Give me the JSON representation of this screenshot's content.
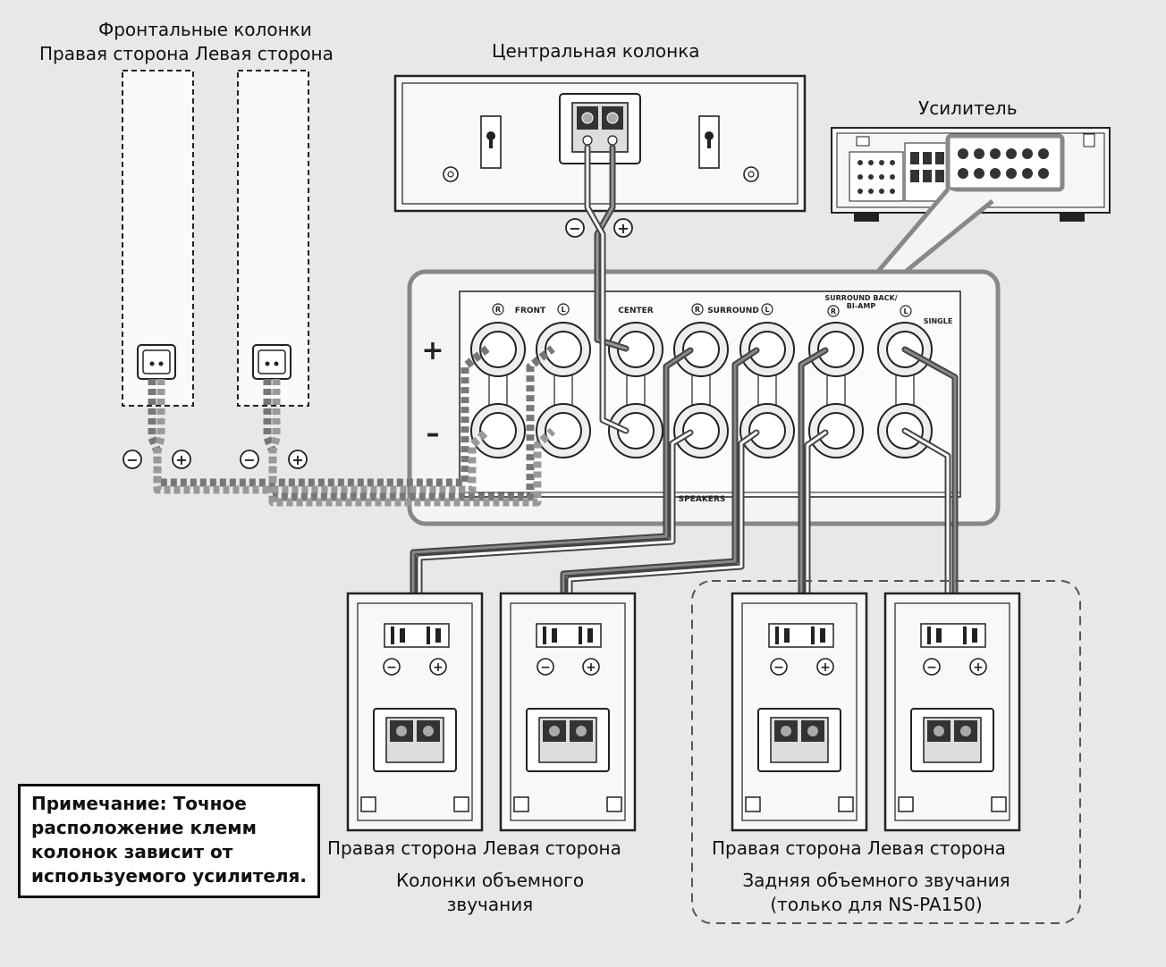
{
  "labels": {
    "front_title": "Фронтальные колонки",
    "front_sides": "Правая сторона Левая сторона",
    "center_title": "Центральная колонка",
    "amp_title": "Усилитель",
    "surround_sides": "Правая сторона Левая сторона",
    "surround_title_1": "Колонки объемного",
    "surround_title_2": "звучания",
    "back_sides": "Правая сторона Левая сторона",
    "back_title_1": "Задняя объемного звучания",
    "back_title_2": "(только для NS-PA150)"
  },
  "note": {
    "lines": [
      "Примечание: Точное",
      "расположение клемм",
      "колонок зависит от",
      "используемого усилителя."
    ]
  },
  "panel": {
    "plus": "+",
    "minus": "–",
    "front": "FRONT",
    "center": "CENTER",
    "surround": "SURROUND",
    "surround_back_1": "SURROUND BACK/",
    "surround_back_2": "BI-AMP",
    "single": "SINGLE",
    "speakers": "SPEAKERS",
    "r": "R",
    "l": "L"
  },
  "polarity": {
    "minus": "−",
    "plus": "+"
  },
  "colors": {
    "background": "#e8e8e8",
    "panel_fill": "#f4f4f4",
    "line": "#222222",
    "wire_dark": "#555555"
  }
}
